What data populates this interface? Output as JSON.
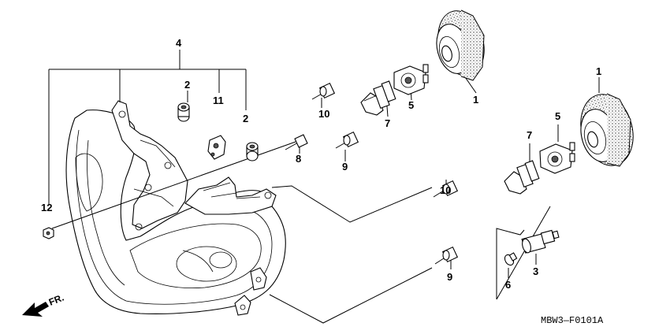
{
  "callouts": [
    {
      "id": "c4",
      "text": "4"
    },
    {
      "id": "c2a",
      "text": "2"
    },
    {
      "id": "c11",
      "text": "11"
    },
    {
      "id": "c2b",
      "text": "2"
    },
    {
      "id": "c12",
      "text": "12"
    },
    {
      "id": "c8",
      "text": "8"
    },
    {
      "id": "c9a",
      "text": "9"
    },
    {
      "id": "c10a",
      "text": "10"
    },
    {
      "id": "c7a",
      "text": "7"
    },
    {
      "id": "c5a",
      "text": "5"
    },
    {
      "id": "c1a",
      "text": "1"
    },
    {
      "id": "c10b",
      "text": "10"
    },
    {
      "id": "c9b",
      "text": "9"
    },
    {
      "id": "c7b",
      "text": "7"
    },
    {
      "id": "c5b",
      "text": "5"
    },
    {
      "id": "c1b",
      "text": "1"
    },
    {
      "id": "c6",
      "text": "6"
    },
    {
      "id": "c3",
      "text": "3"
    }
  ],
  "front_marker": "FR.",
  "diagram_code": "MBW3—F0101A",
  "icons": [
    "front-direction-arrow-icon"
  ]
}
